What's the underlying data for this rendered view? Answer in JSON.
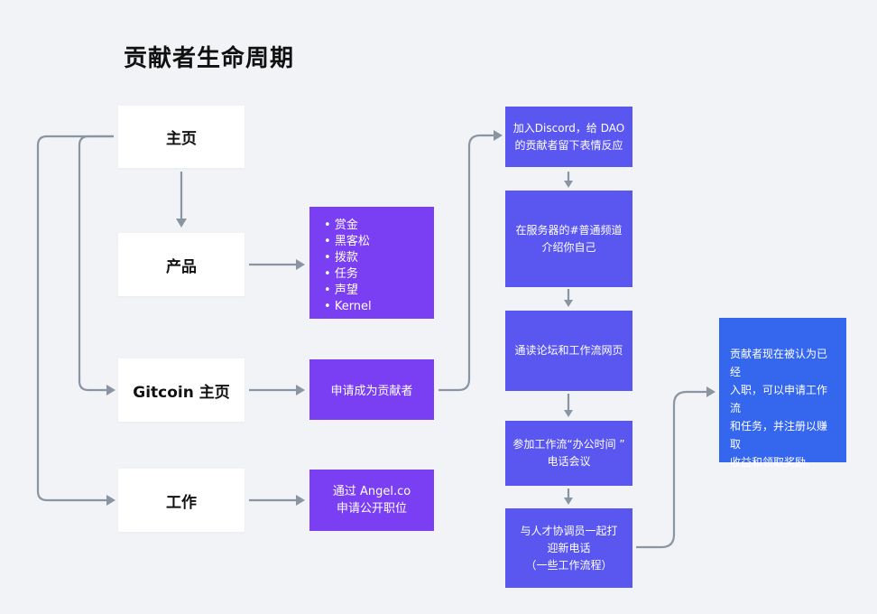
{
  "title": "贡献者生命周期",
  "left_column": {
    "home": "主页",
    "products": "产品",
    "gitcoin_home": "Gitcoin 主页",
    "jobs": "工作"
  },
  "middle_column": {
    "product_list": [
      "赏金",
      "黑客松",
      "拨款",
      "任务",
      "声望",
      "Kernel"
    ],
    "apply_contributor": "申请成为贡献者",
    "angel_line1": "通过 Angel.co",
    "angel_line2": "申请公开职位"
  },
  "steps": [
    [
      "加入Discord，给 DAO",
      "的贡献者留下表情反应"
    ],
    [
      "在服务器的#普通频道",
      "介绍你自己"
    ],
    [
      "通读论坛和工作流网页"
    ],
    [
      "参加工作流“办公时间 ”",
      "电话会议"
    ],
    [
      "与人才协调员一起打",
      "迎新电话",
      "（一些工作流程）"
    ]
  ],
  "final": [
    "贡献者现在被认为已经",
    "入职，可以申请工作流",
    "和任务，并注册以赚取",
    "收益和领取奖励。"
  ]
}
